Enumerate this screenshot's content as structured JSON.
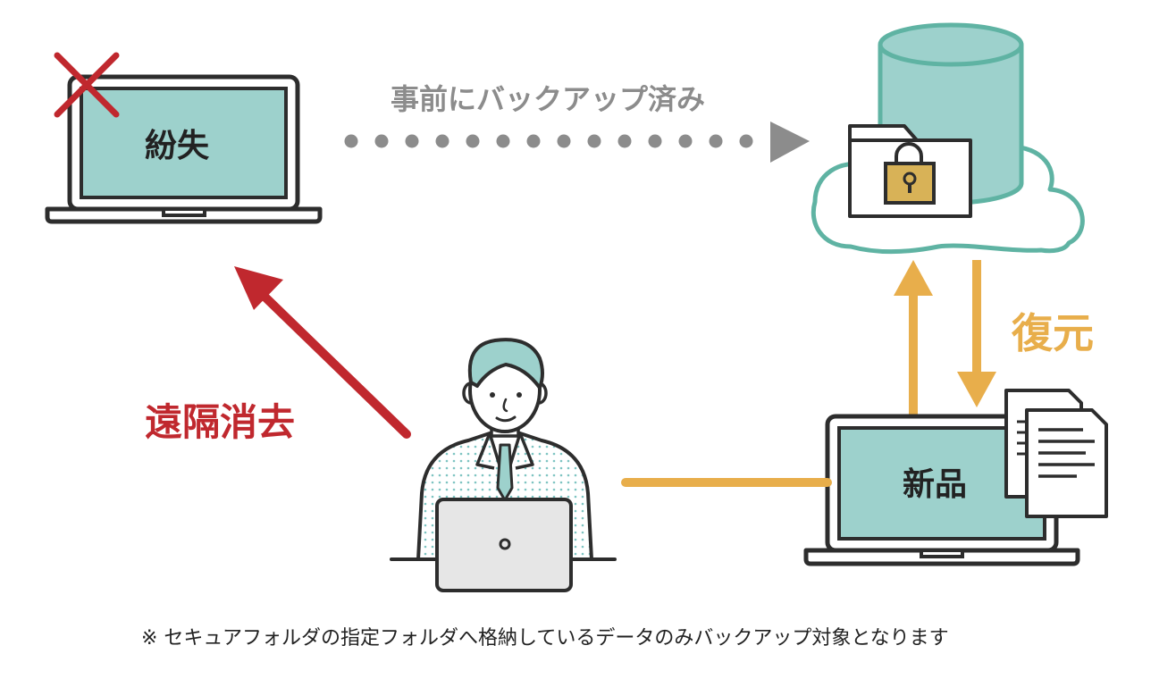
{
  "labels": {
    "lost": "紛失",
    "new_device": "新品",
    "backup": "事前にバックアップ済み",
    "restore": "復元",
    "remote_wipe": "遠隔消去",
    "footnote": "※ セキュアフォルダの指定フォルダへ格納しているデータのみバックアップ対象となります"
  },
  "colors": {
    "outline": "#2d2d2d",
    "screen_teal": "#9dd1cc",
    "cloud_teal": "#5fb3a3",
    "accent_orange": "#e8ae4b",
    "alert_red": "#c0282e",
    "muted_gray": "#8c8c8c",
    "lock_gold": "#d8b257"
  },
  "icons": {
    "lost_laptop": "laptop-icon",
    "lost_mark": "cross-mark-icon",
    "cloud_storage": "cloud-database-icon",
    "locked_folder": "locked-folder-icon",
    "new_laptop": "laptop-icon",
    "documents": "documents-icon",
    "administrator": "person-at-laptop-icon"
  }
}
